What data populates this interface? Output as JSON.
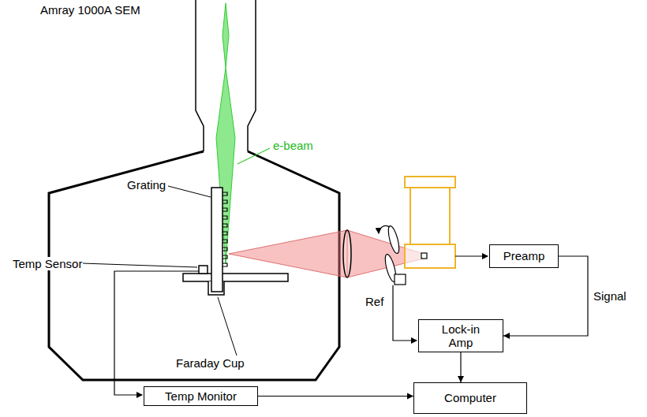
{
  "diagram": {
    "nodes": [
      {
        "text": [
          "Preamp"
        ]
      },
      {
        "text": [
          "Lock-in Amp"
        ]
      },
      {
        "text": [
          "Temp Monitor"
        ]
      },
      {
        "text": [
          "Computer"
        ]
      }
    ],
    "edges": [
      {
        "from": 0,
        "to": 1,
        "label": "Signal",
        "arrow": "to"
      },
      {
        "from": 1,
        "to": 3,
        "arrow": "to"
      },
      {
        "from": 2,
        "to": 3,
        "arrow": "to"
      }
    ],
    "labels": [
      "Amray 1000A SEM",
      "e-beam",
      "Grating",
      "Temp Sensor",
      "Faraday Cup",
      "Ref"
    ]
  }
}
